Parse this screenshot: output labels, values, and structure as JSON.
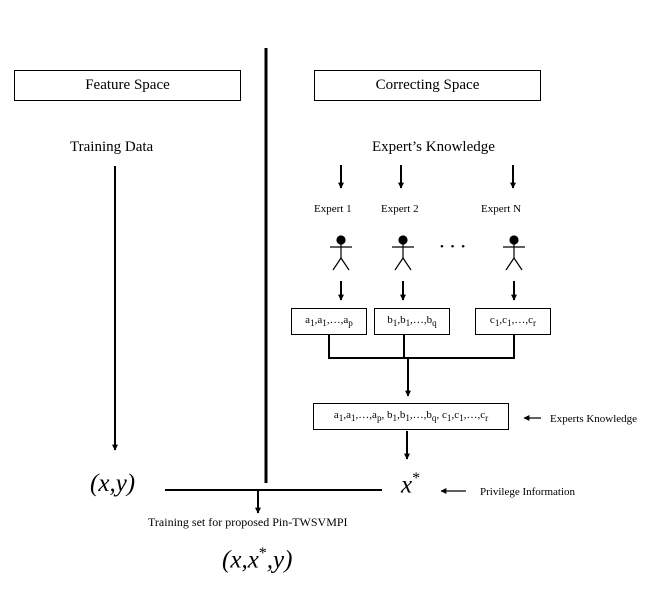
{
  "headers": {
    "feature_space": "Feature Space",
    "correcting_space": "Correcting Space"
  },
  "training_data": "Training  Data",
  "expert_knowledge": "Expert’s Knowledge",
  "experts": [
    {
      "label": "Expert 1"
    },
    {
      "label": "Expert 2"
    },
    {
      "label": "Expert N"
    }
  ],
  "ellipsis": "• • •",
  "knowledge_boxes": [
    {
      "prefix": "a",
      "sep": ",",
      "last_sub": "p",
      "full": "a1,a1,…,ap"
    },
    {
      "prefix": "b",
      "sep": ",",
      "last_sub": "q",
      "full": "b1,b1,…,bq"
    },
    {
      "prefix": "c",
      "sep": ",",
      "last_sub": "r",
      "full": "c1,c1,…,cr"
    }
  ],
  "combined_box": "a1,a1,…,ap, b1,b1,…,bq, c1,c1,…,cr",
  "experts_knowledge_label": "Experts Knowledge",
  "privilege_label": "Privilege Information",
  "xy": "(x,y)",
  "xstar": "x*",
  "training_set_label": "Training set for proposed Pin-TWSVMPI",
  "final_set": "(x,x*,y)"
}
